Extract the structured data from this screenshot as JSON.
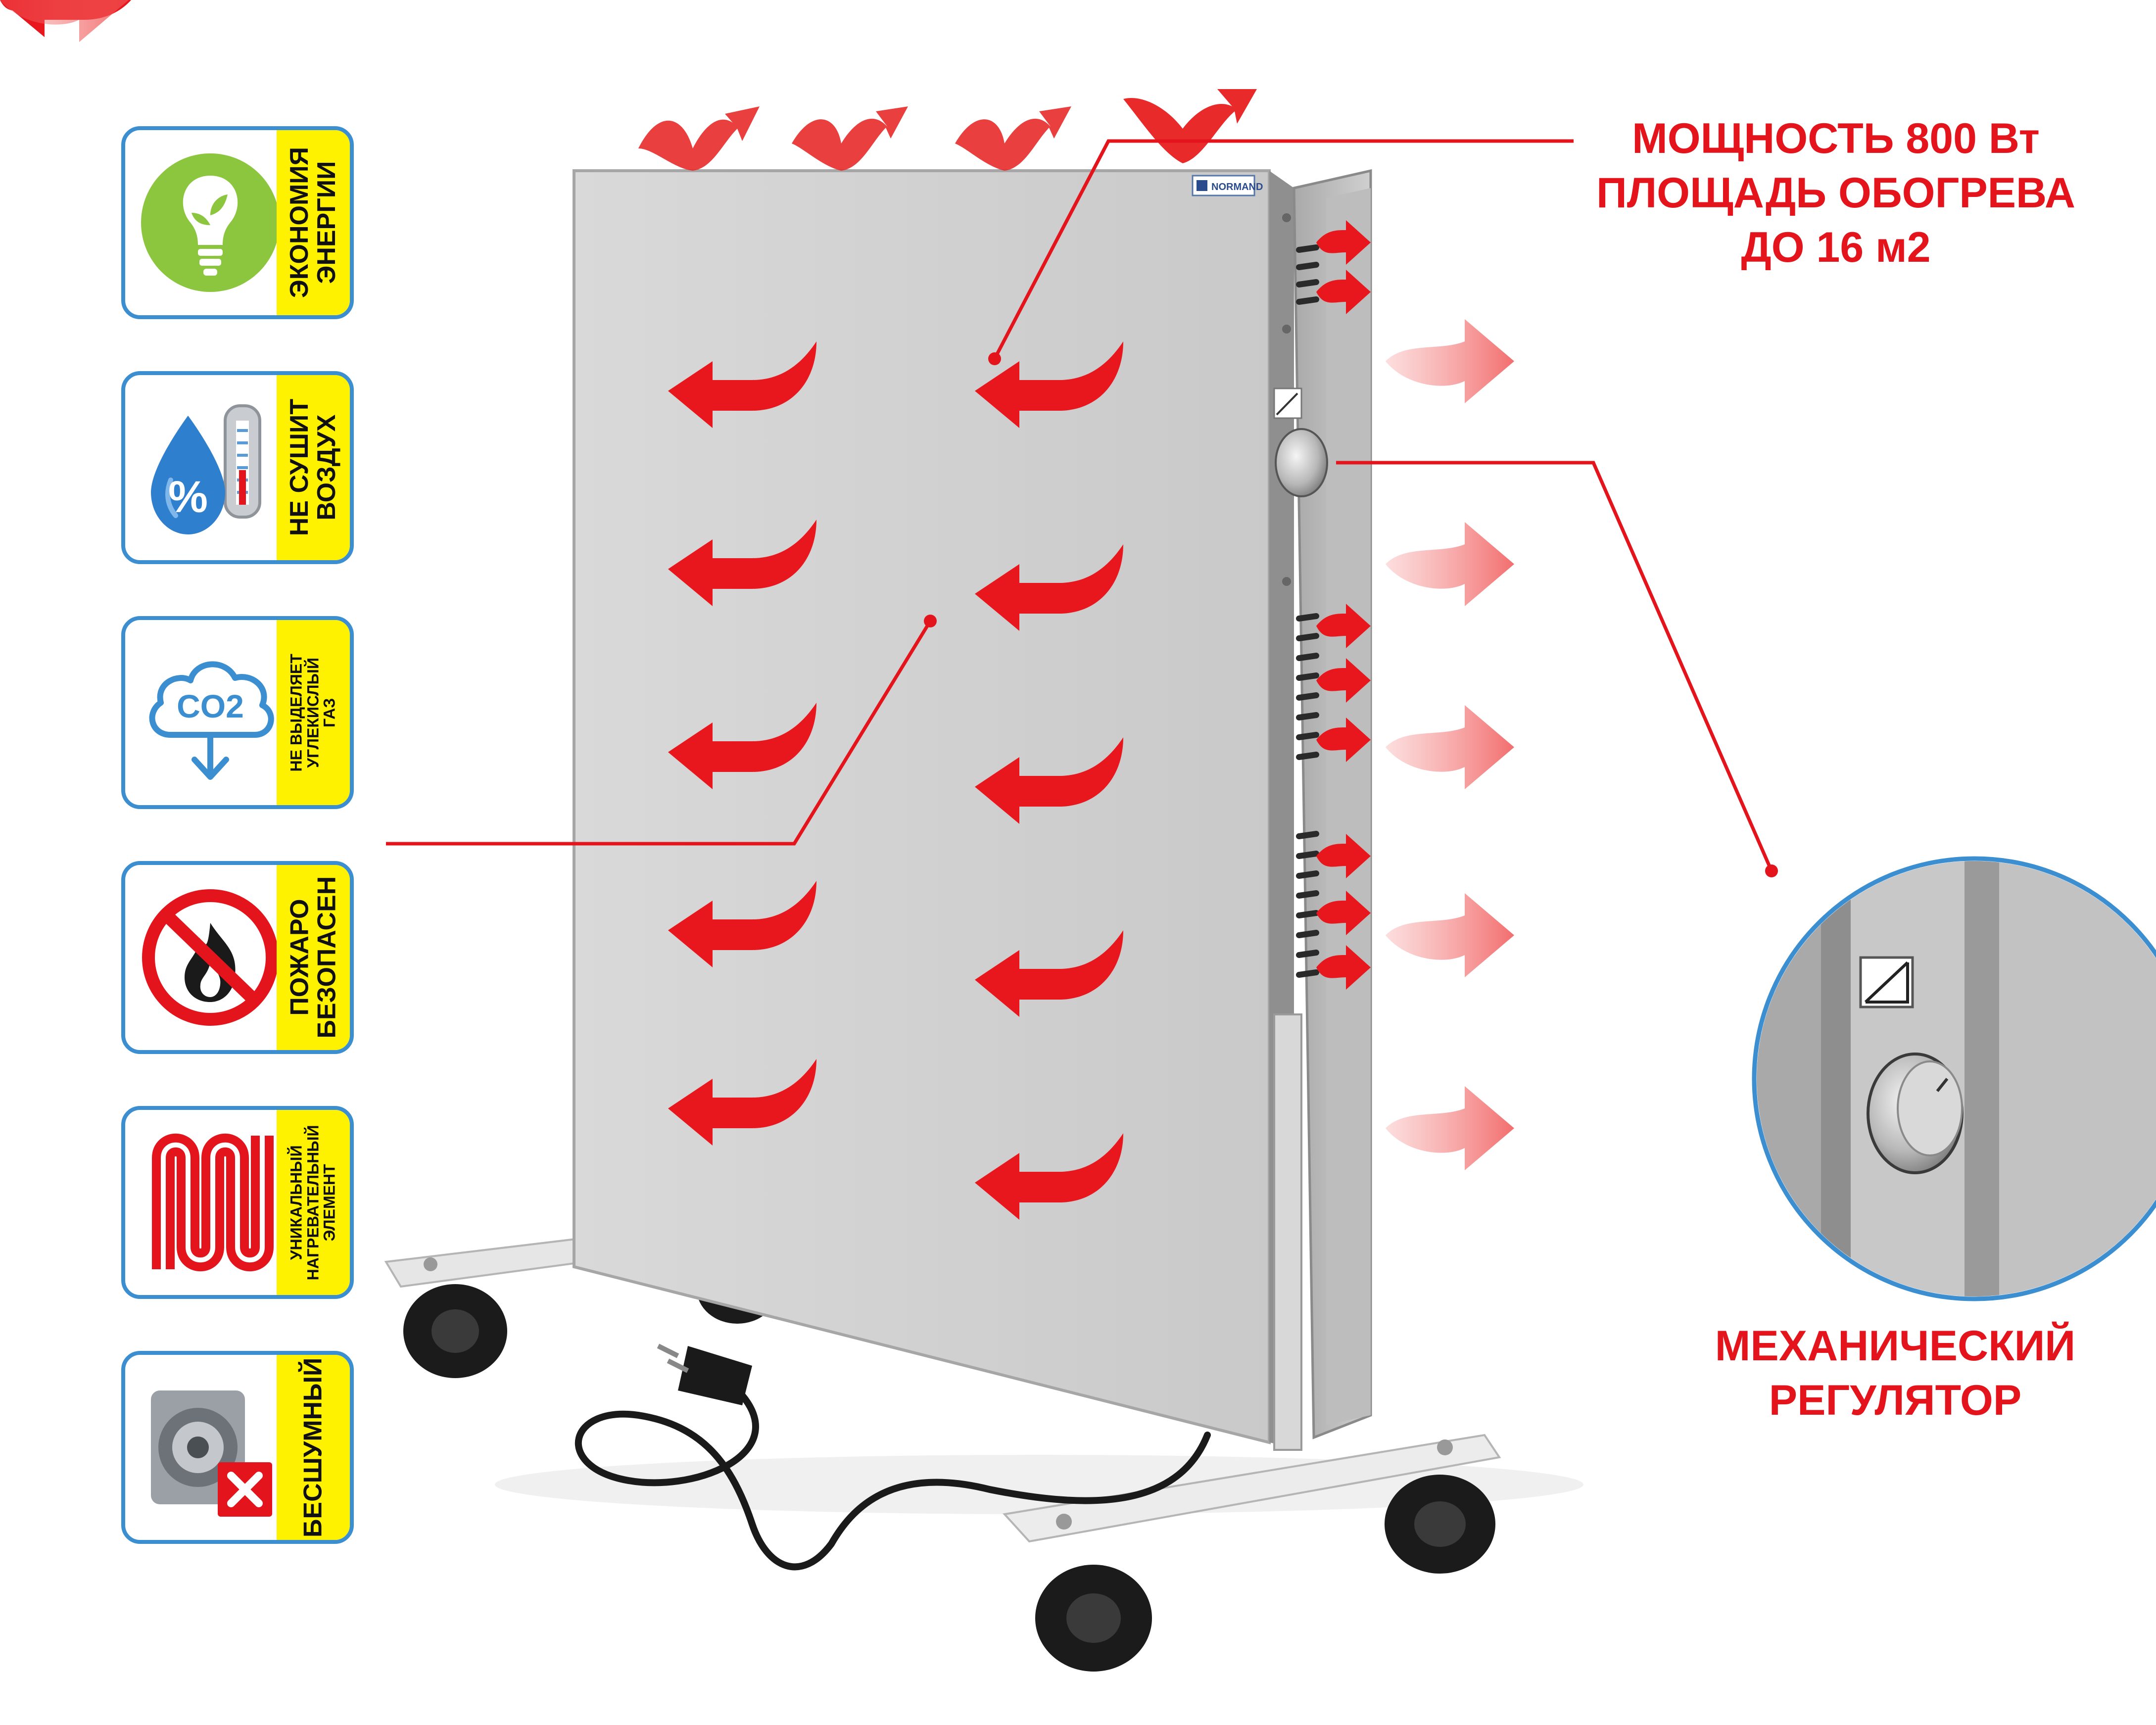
{
  "features": [
    {
      "lines": [
        "ЭКОНОМИЯ",
        "ЭНЕРГИИ"
      ],
      "icon": "lightbulb-leaf-icon"
    },
    {
      "lines": [
        "НЕ СУШИТ",
        "ВОЗДУХ"
      ],
      "icon": "humidity-drop-icon"
    },
    {
      "lines": [
        "НЕ ВЫДЕЛЯЕТ",
        "УГЛЕКИСЛЫЙ",
        "ГАЗ"
      ],
      "icon": "co2-cloud-icon",
      "icon_text": "CO2"
    },
    {
      "lines": [
        "ПОЖАРО",
        "БЕЗОПАСЕН"
      ],
      "icon": "no-fire-icon"
    },
    {
      "lines": [
        "УНИКАЛЬНЫЙ",
        "НАГРЕВАТЕЛЬНЫЙ",
        "ЭЛЕМЕНТ"
      ],
      "icon": "heating-element-icon"
    },
    {
      "lines": [
        "БЕСШУМНЫЙ"
      ],
      "icon": "muted-speaker-icon"
    }
  ],
  "callouts": {
    "power_line1": "МОЩНОСТЬ 800 Вт",
    "power_line2": "ПЛОЩАДЬ ОБОГРЕВА",
    "power_line3": "ДО 16 м2",
    "regulator_line1": "МЕХАНИЧЕСКИЙ",
    "regulator_line2": "РЕГУЛЯТОР"
  },
  "brand": "NORMAND",
  "colors": {
    "accent_red": "#e3141b",
    "highlight_yellow": "#fff200",
    "border_blue": "#3b8fd0",
    "panel_gray": "#d3d3d3"
  }
}
